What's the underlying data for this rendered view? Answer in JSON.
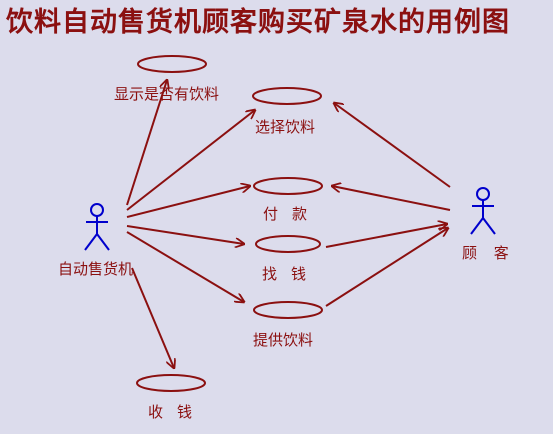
{
  "title": "饮料自动售货机顾客购买矿泉水的用例图",
  "actors": {
    "machine": "自动售货机",
    "customer": "顾 客"
  },
  "use_cases": {
    "show_drinks": "显示是否有饮料",
    "choose": "选择饮料",
    "pay": "付款",
    "change": "找钱",
    "provide": "提供饮料",
    "collect": "收钱"
  },
  "colors": {
    "background": "#dcdcec",
    "lines": "#8b1010",
    "actor": "#0000cc"
  }
}
